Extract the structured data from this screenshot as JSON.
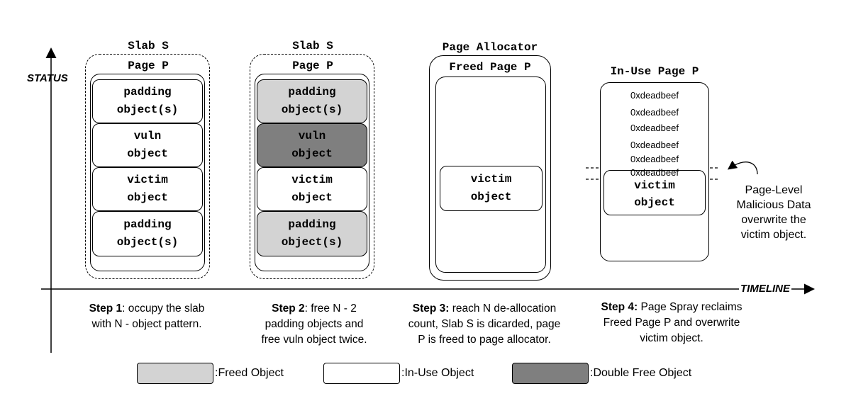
{
  "axes": {
    "status_label": "STATUS",
    "timeline_label": "TIMELINE"
  },
  "step1": {
    "slab_title": "Slab S",
    "page_title": "Page P",
    "cells": [
      {
        "line1": "padding",
        "line2": "object(s)",
        "state": "in-use"
      },
      {
        "line1": "vuln",
        "line2": "object",
        "state": "in-use"
      },
      {
        "line1": "victim",
        "line2": "object",
        "state": "in-use"
      },
      {
        "line1": "padding",
        "line2": "object(s)",
        "state": "in-use"
      }
    ],
    "caption_bold": "Step 1",
    "caption_line1": ": occupy the slab",
    "caption_line2": "with N - object pattern."
  },
  "step2": {
    "slab_title": "Slab S",
    "page_title": "Page P",
    "cells": [
      {
        "line1": "padding",
        "line2": "object(s)",
        "state": "freed"
      },
      {
        "line1": "vuln",
        "line2": "object",
        "state": "double-free"
      },
      {
        "line1": "victim",
        "line2": "object",
        "state": "in-use"
      },
      {
        "line1": "padding",
        "line2": "object(s)",
        "state": "freed"
      }
    ],
    "caption_bold": "Step 2",
    "caption_line1": ": free N - 2",
    "caption_line2": "padding objects and",
    "caption_line3": "free vuln object twice."
  },
  "step3": {
    "allocator_title": "Page Allocator",
    "page_title": "Freed Page P",
    "cell": {
      "line1": "victim",
      "line2": "object"
    },
    "caption_bold": "Step 3:",
    "caption_line1": " reach N de-allocation",
    "caption_line2": "count, Slab S is dicarded, page",
    "caption_line3": "P is freed to page allocator."
  },
  "step4": {
    "page_title": "In-Use Page P",
    "hex_values": [
      "0xdeadbeef",
      "0xdeadbeef",
      "0xdeadbeef",
      "0xdeadbeef",
      "0xdeadbeef",
      "0xdeadbeef"
    ],
    "cell": {
      "line1": "victim",
      "line2": "object"
    },
    "annotation": [
      "Page-Level",
      "Malicious Data",
      "overwrite the",
      "victim object."
    ],
    "caption_bold": "Step 4:",
    "caption_line1": " Page Spray reclaims",
    "caption_line2": "Freed Page P and overwrite",
    "caption_line3": "victim object."
  },
  "legend": [
    {
      "label": ":Freed Object",
      "color": "#d3d3d3"
    },
    {
      "label": ":In-Use Object",
      "color": "#ffffff"
    },
    {
      "label": ":Double Free Object",
      "color": "#7f7f7f"
    }
  ]
}
